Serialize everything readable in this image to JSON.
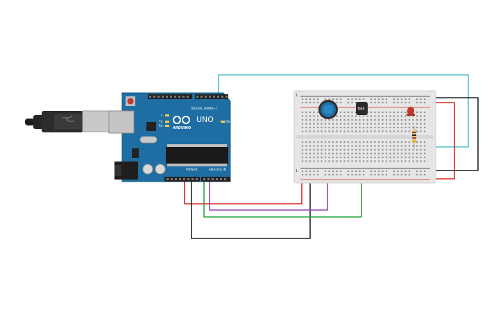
{
  "arduino": {
    "logo_text": "ARDUINO",
    "model": "UNO",
    "digital_label": "DIGITAL (PWM~)",
    "power_label": "POWER",
    "analog_label": "ANALOG IN",
    "pin_L": "L",
    "pin_TX": "TX",
    "pin_RX": "RX",
    "pin_ON": "ON",
    "board_color": "#1f6ea3"
  },
  "sensor": {
    "label": "TMP"
  },
  "breadboard": {
    "row_top_numbers": [
      "1"
    ],
    "row_bottom_numbers": [
      "1"
    ]
  },
  "wires": {
    "colors": {
      "red": "#d9231f",
      "black": "#222222",
      "purple": "#8e44ad",
      "green": "#27a33a",
      "teal": "#4fc1c0"
    }
  }
}
